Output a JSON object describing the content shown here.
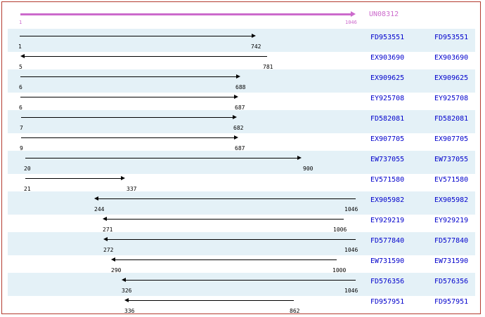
{
  "reference": {
    "name": "UN08312",
    "start": "1",
    "end": "1046",
    "color": "#cc6acc",
    "direction": "right"
  },
  "colors": {
    "border": "#b33a2e",
    "band": "#e4f1f7",
    "hit_label": "#0000cc",
    "arrow": "#000000",
    "reference": "#cc6acc",
    "background": "#ffffff"
  },
  "hits": [
    {
      "name": "FD953551",
      "alias": "FD953551",
      "start": "1",
      "end": "742",
      "direction": "right"
    },
    {
      "name": "EX903690",
      "alias": "EX903690",
      "start": "5",
      "end": "781",
      "direction": "left"
    },
    {
      "name": "EX909625",
      "alias": "EX909625",
      "start": "6",
      "end": "688",
      "direction": "right"
    },
    {
      "name": "EY925708",
      "alias": "EY925708",
      "start": "6",
      "end": "687",
      "direction": "right"
    },
    {
      "name": "FD582081",
      "alias": "FD582081",
      "start": "7",
      "end": "682",
      "direction": "right"
    },
    {
      "name": "EX907705",
      "alias": "EX907705",
      "start": "9",
      "end": "687",
      "direction": "right"
    },
    {
      "name": "EW737055",
      "alias": "EW737055",
      "start": "20",
      "end": "900",
      "direction": "right"
    },
    {
      "name": "EV571580",
      "alias": "EV571580",
      "start": "21",
      "end": "337",
      "direction": "right"
    },
    {
      "name": "EX905982",
      "alias": "EX905982",
      "start": "244",
      "end": "1046",
      "direction": "left"
    },
    {
      "name": "EY929219",
      "alias": "EY929219",
      "start": "271",
      "end": "1006",
      "direction": "left"
    },
    {
      "name": "FD577840",
      "alias": "FD577840",
      "start": "272",
      "end": "1046",
      "direction": "left"
    },
    {
      "name": "EW731590",
      "alias": "EW731590",
      "start": "290",
      "end": "1000",
      "direction": "left"
    },
    {
      "name": "FD576356",
      "alias": "FD576356",
      "start": "326",
      "end": "1046",
      "direction": "left"
    },
    {
      "name": "FD957951",
      "alias": "FD957951",
      "start": "336",
      "end": "862",
      "direction": "left"
    }
  ]
}
